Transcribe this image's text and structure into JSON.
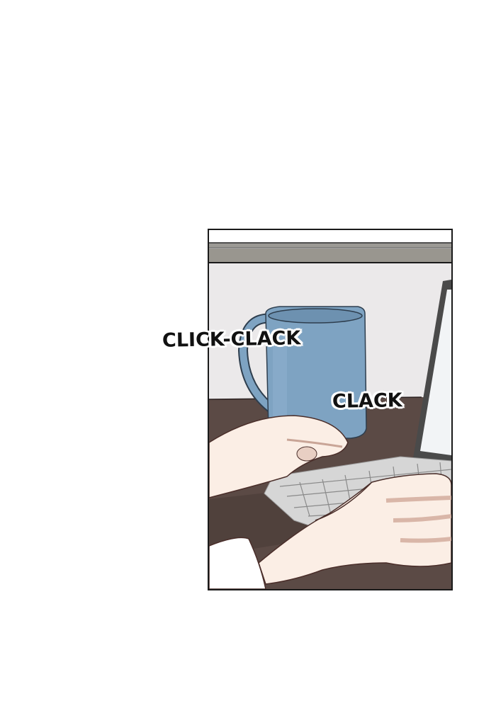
{
  "comic_panel": {
    "scene": "hands typing on a laptop keyboard next to a blue mug on a dark wooden desk",
    "sound_effects": [
      {
        "text": "CLICK-CLACK"
      },
      {
        "text": "CLACK"
      }
    ],
    "colors": {
      "border": "#1a1a1a",
      "wall": "#ebe9ea",
      "shelf": "#9a9893",
      "desk": "#5b4a45",
      "mug": "#7ea3c2",
      "skin": "#fbeee5",
      "laptop_frame": "#4a4a4a",
      "laptop_screen": "#f2f4f6",
      "keyboard": "#dcdcdc"
    }
  }
}
